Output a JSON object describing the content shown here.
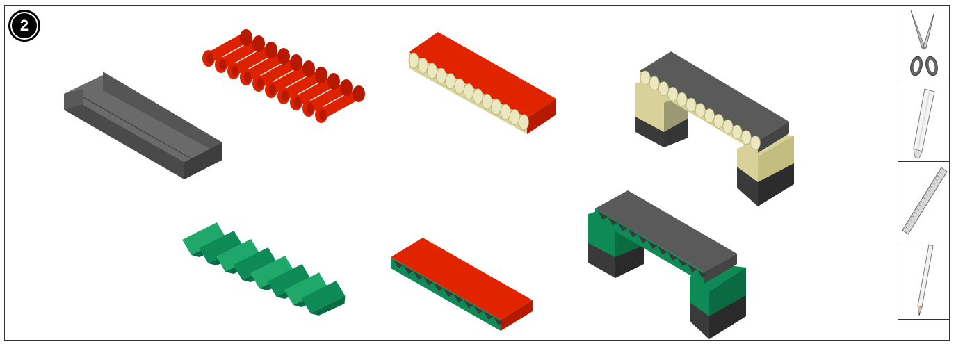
{
  "step": {
    "number": "2"
  },
  "models": [
    "u-channel-gray",
    "rolled-tubes-red",
    "tube-core-panel",
    "tube-core-bridge",
    "folded-strip-green",
    "triangle-core-panel",
    "triangle-core-bridge"
  ],
  "tools": [
    {
      "name": "scissors"
    },
    {
      "name": "glue-stick"
    },
    {
      "name": "ruler"
    },
    {
      "name": "pencil"
    }
  ],
  "colors": {
    "gray_top": "#5a5a5a",
    "gray_side": "#444444",
    "gray_dark": "#333333",
    "red": "#dd2200",
    "red_dark": "#b51a00",
    "cream": "#d8d29a",
    "cream_light": "#ebe7bf",
    "green": "#0e8a57",
    "green_light": "#1fa86a",
    "green_dark": "#0a6a42"
  }
}
